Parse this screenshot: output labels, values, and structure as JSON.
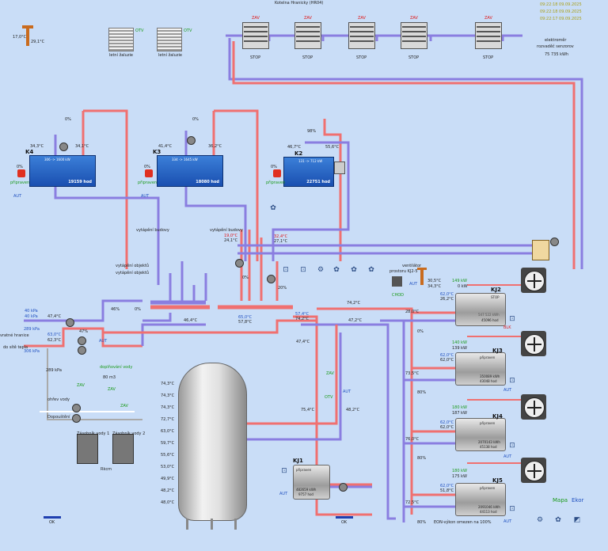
{
  "header": {
    "title": "Kotelna Hranicky (HR04)",
    "timestamps": [
      "09:22:18 09.09.2025",
      "09:22:18 09.09.2025",
      "09:22:17 09.09.2025"
    ],
    "meter_label_1": "elektroměr",
    "meter_label_2": "rozvaděč senzorov",
    "meter_value": "75 735 kWh"
  },
  "outdoor": {
    "temp1": "17,0°C",
    "temp2": "29,1°C"
  },
  "ventilation": [
    {
      "label": "letní žaluzie",
      "state": "OTV"
    },
    {
      "label": "letní žaluzie",
      "state": "OTV"
    }
  ],
  "air_units": [
    {
      "mode": "ZAV",
      "state": "STOP"
    },
    {
      "mode": "ZAV",
      "state": "STOP"
    },
    {
      "mode": "ZAV",
      "state": "STOP"
    },
    {
      "mode": "ZAV",
      "state": "STOP"
    },
    {
      "mode": "ZAV",
      "state": "STOP"
    }
  ],
  "boilers": [
    {
      "name": "K4",
      "power": "306 -> 1600 kW",
      "hours": "19159 hod",
      "t_in": "34,3°C",
      "t_out": "34,1°C",
      "valve": "0%",
      "burner": "0%",
      "mode": "připraven",
      "ctrl": "AUT"
    },
    {
      "name": "K3",
      "power": "334 -> 1645 kW",
      "hours": "18080 hod",
      "t_in": "41,4°C",
      "t_out": "36,2°C",
      "valve": "0%",
      "burner": "0%",
      "mode": "připraven",
      "ctrl": "AUT"
    },
    {
      "name": "K2",
      "power": "131 -> 712 kW",
      "hours": "22751 hod",
      "t_in": "46,7°C",
      "t_out": "55,6°C",
      "valve": "98%",
      "burner": "0%",
      "mode": "připraven",
      "ctrl": ""
    }
  ],
  "mid": {
    "label_a": "vytápění budovy",
    "label_b": "vytápění budovy",
    "label_c": "vytápění objektů",
    "label_d": "vytápění objektů",
    "t1": "19,0°C",
    "t2": "24,1°C",
    "t3": "32,4°C",
    "t4": "27,1°C",
    "pct": "0%",
    "pct2": "20%",
    "ventilator_label": "ventilátor",
    "ventilator_label2": "prostoru KJ2-5",
    "ventilator_state": "CHOD",
    "ventilator_ctrl": "AUT",
    "t_vent1": "30,5°C",
    "t_vent2": "34,3°C"
  },
  "left": {
    "kpa1": "40 kPa",
    "kpa2": "40 kPa",
    "kpa3": "289 kPa",
    "kpa4": "306 kPa",
    "t1": "47,4°C",
    "t2": "63,0°C",
    "t3": "62,3°C",
    "t4": "46,4°C",
    "pct1": "46%",
    "pct2": "0%",
    "pct3": "47%",
    "ctrl": "AUT",
    "label_left": "vratné hranice",
    "label_left2": "do sítě tepla",
    "kpa5": "289 kPa",
    "pump_label": "doplňování vody",
    "val_80": "80 m3",
    "zav1": "ZAV",
    "zav2": "ZAV",
    "zav3": "ZAV",
    "tl1": "ohřev vody",
    "tl2": "Dopouštění",
    "tank1": "Zásobník vody 1",
    "tank2": "Zásobník vody 2",
    "tank_label": "Rkcm",
    "ok": "OK"
  },
  "tank": {
    "temps": [
      "74,3°C",
      "74,3°C",
      "74,3°C",
      "72,7°C",
      "63,0°C",
      "59,7°C",
      "55,6°C",
      "53,0°C",
      "49,9°C",
      "48,2°C",
      "48,0°C"
    ],
    "t_a": "74,2°C",
    "t_b": "47,2°C",
    "t_c": "75,4°C",
    "t_d": "48,2°C",
    "t_e": "65,0°C",
    "t_f": "57,8°C",
    "t_g": "57,4°C",
    "t_h": "74,2°C",
    "t_i": "47,4°C",
    "zav": "ZAV",
    "otv": "OTV",
    "ctrl": "AUT",
    "ok": "OK"
  },
  "chp_units": [
    {
      "name": "KJ2",
      "kw_el": "149 kW",
      "kw_th": "0 kW",
      "t1": "62,0°C",
      "t2": "26,2°C",
      "t3": "28,0°C",
      "state": "STOP",
      "energy": "547 522 kWh",
      "hours": "45096 hod",
      "pct": "0%",
      "ctrl": "BLK",
      "mode": ""
    },
    {
      "name": "KJ3",
      "kw_el": "140 kW",
      "kw_th": "139 kW",
      "t1": "62,0°C",
      "t2": "62,0°C",
      "t3": "73,5°C",
      "state": "připraven",
      "energy": "350089 kWh",
      "hours": "43048 hod",
      "pct": "80%",
      "ctrl": "AUT",
      "mode": ""
    },
    {
      "name": "KJ4",
      "kw_el": "180 kW",
      "kw_th": "187 kW",
      "t1": "62,0°C",
      "t2": "62,0°C",
      "t3": "76,0°C",
      "state": "připraven",
      "energy": "2070143 kWh",
      "hours": "45138 hod",
      "pct": "80%",
      "ctrl": "AUT",
      "mode": ""
    },
    {
      "name": "KJ5",
      "kw_el": "180 kW",
      "kw_th": "175 kW",
      "t1": "62,0°C",
      "t2": "51,8°C",
      "t3": "72,5°C",
      "state": "připraven",
      "energy": "2091046 kWh",
      "hours": "44113 hod",
      "pct": "80%",
      "ctrl": "AUT",
      "mode": ""
    }
  ],
  "kj1": {
    "name": "KJ1",
    "mode": "připraven",
    "energy": "482659 kWh",
    "hours": "9757 hod",
    "ctrl": "AUT"
  },
  "footer": {
    "note": "EON-výkon omezen na 100%",
    "link1": "Mapa",
    "link2": "Ekor"
  },
  "colors": {
    "hot": "#f07070",
    "cold": "#8a7ee0",
    "bg": "#c9ddf7"
  }
}
